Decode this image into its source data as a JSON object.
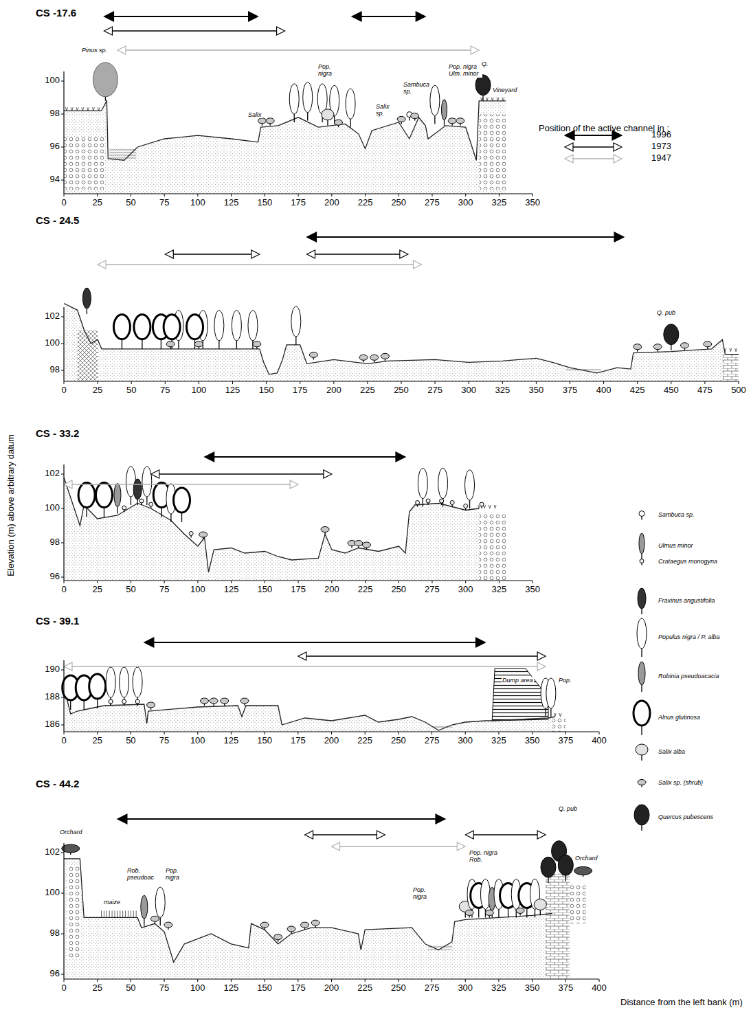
{
  "diagram": {
    "labels": [
      "CS -17.6",
      "100",
      "98",
      "96",
      "94",
      "0",
      "25",
      "50",
      "75",
      "100",
      "125",
      "150",
      "175",
      "200",
      "225",
      "250",
      "275",
      "300",
      "325",
      "350",
      "Pinus sp.",
      "Salix",
      "Pop. nigra",
      "Salix sp.",
      "Sambuca sp.",
      "Pop. nigra Ulm. minor",
      "Q.",
      "Vineyard",
      "CS - 24.5",
      "102",
      "100",
      "98",
      "0",
      "25",
      "50",
      "75",
      "100",
      "125",
      "150",
      "175",
      "200",
      "225",
      "250",
      "275",
      "300",
      "325",
      "350",
      "375",
      "400",
      "425",
      "450",
      "475",
      "500",
      "Q. pub",
      "CS - 33.2",
      "102",
      "100",
      "98",
      "96",
      "0",
      "25",
      "50",
      "75",
      "100",
      "125",
      "150",
      "175",
      "200",
      "225",
      "250",
      "275",
      "300",
      "325",
      "350",
      "CS - 39.1",
      "190",
      "188",
      "186",
      "0",
      "25",
      "50",
      "75",
      "100",
      "125",
      "150",
      "175",
      "200",
      "225",
      "250",
      "275",
      "300",
      "325",
      "350",
      "375",
      "400",
      "Dump area",
      "Pop.",
      "CS - 44.2",
      "102",
      "100",
      "98",
      "96",
      "0",
      "25",
      "50",
      "75",
      "100",
      "125",
      "150",
      "175",
      "200",
      "225",
      "250",
      "275",
      "300",
      "325",
      "350",
      "375",
      "400",
      "Orchard",
      "Rob. pseudoac",
      "Pop. nigra",
      "maize",
      "Pop. nigra",
      "Pop. nigra Rob.",
      "Q. pub",
      "Orchard",
      "Position of the active channel in :",
      "Elevation (m) above arbitrary datum",
      "Distance from the left bank (m)"
    ],
    "legend": [
      {
        "text": "1996"
      },
      {
        "text": "1973"
      },
      {
        "text": "1947"
      },
      {
        "text": "Sambuca sp."
      },
      {
        "text": "Ulmus minor"
      },
      {
        "text": "Crataegus monogyna"
      },
      {
        "text": "Fraxinus angustifolia"
      },
      {
        "text": "Populus nigra / P. alba"
      },
      {
        "text": "Robinia pseudoacacia"
      },
      {
        "text": "Alnus glutinosa"
      },
      {
        "text": "Salix alba"
      },
      {
        "text": "Salix sp. (shrub)"
      },
      {
        "text": "Quercus pubescens"
      }
    ]
  }
}
